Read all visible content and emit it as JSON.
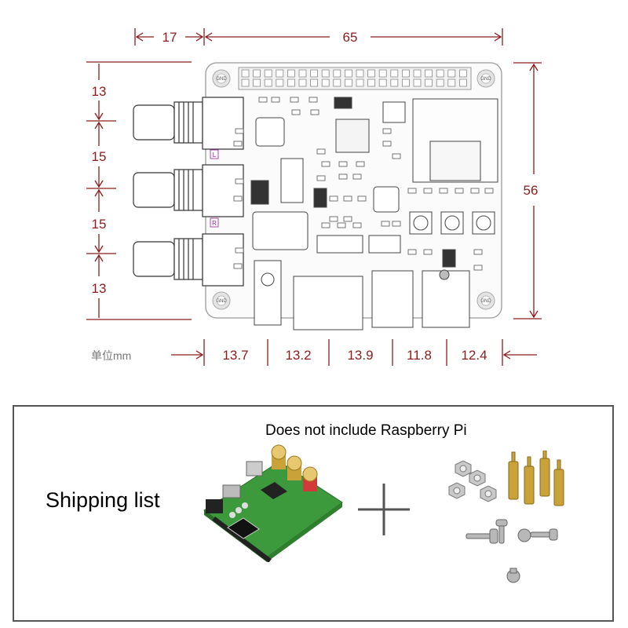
{
  "dimensions": {
    "top": [
      "17",
      "65"
    ],
    "right": "56",
    "left": [
      "13",
      "15",
      "15",
      "13"
    ],
    "bottom": [
      "13.7",
      "13.2",
      "13.9",
      "11.8",
      "12.4"
    ],
    "unit_label": "单位mm"
  },
  "board": {
    "hole_label": "GND",
    "channel_labels": [
      "L",
      "R"
    ]
  },
  "shipping": {
    "title": "Shipping list",
    "note": "Does not include Raspberry Pi",
    "plus_symbol": "+"
  },
  "colors": {
    "dimension": "#8b1c1c",
    "board_outline": "#9a9a9a",
    "pcb_green": "#3c9a3c",
    "brass": "#c9a23a"
  }
}
